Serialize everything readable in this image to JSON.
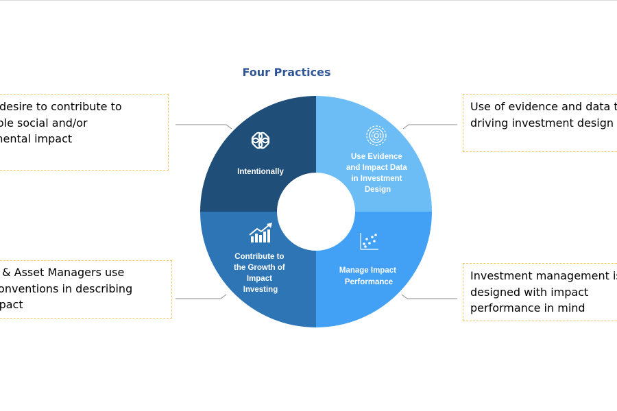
{
  "title": "Four Practices",
  "segments": [
    {
      "id": "intentionally",
      "label_lines": [
        "Intentionally"
      ],
      "color": "#1f4e79",
      "icon": "linked-rings-icon"
    },
    {
      "id": "evidence",
      "label_lines": [
        "Use Evidence",
        "and Impact Data",
        "in Investment",
        "Design"
      ],
      "color": "#6cbcf5",
      "icon": "fingerprint-circle-icon"
    },
    {
      "id": "performance",
      "label_lines": [
        "Manage Impact",
        "Performance"
      ],
      "color": "#42a0f5",
      "icon": "scatter-chart-icon"
    },
    {
      "id": "growth",
      "label_lines": [
        "Contribute to",
        "the Growth of",
        "Impact",
        "Investing"
      ],
      "color": "#2e75b6",
      "icon": "bar-growth-icon"
    }
  ],
  "callouts": {
    "top_left": [
      "tional desire to contribute to",
      "urable social and/or",
      "onmental impact"
    ],
    "bottom_left": [
      "tors & Asset Managers use",
      "d conventions in describing",
      "mpact"
    ],
    "top_right": [
      "Use of evidence and data t",
      "driving investment design"
    ],
    "bottom_right": [
      "Investment management is",
      "designed with impact",
      "performance in mind"
    ]
  },
  "colors": {
    "title": "#2f5597",
    "callout_border": "#f2c75c",
    "connector": "#8c8c8c"
  }
}
